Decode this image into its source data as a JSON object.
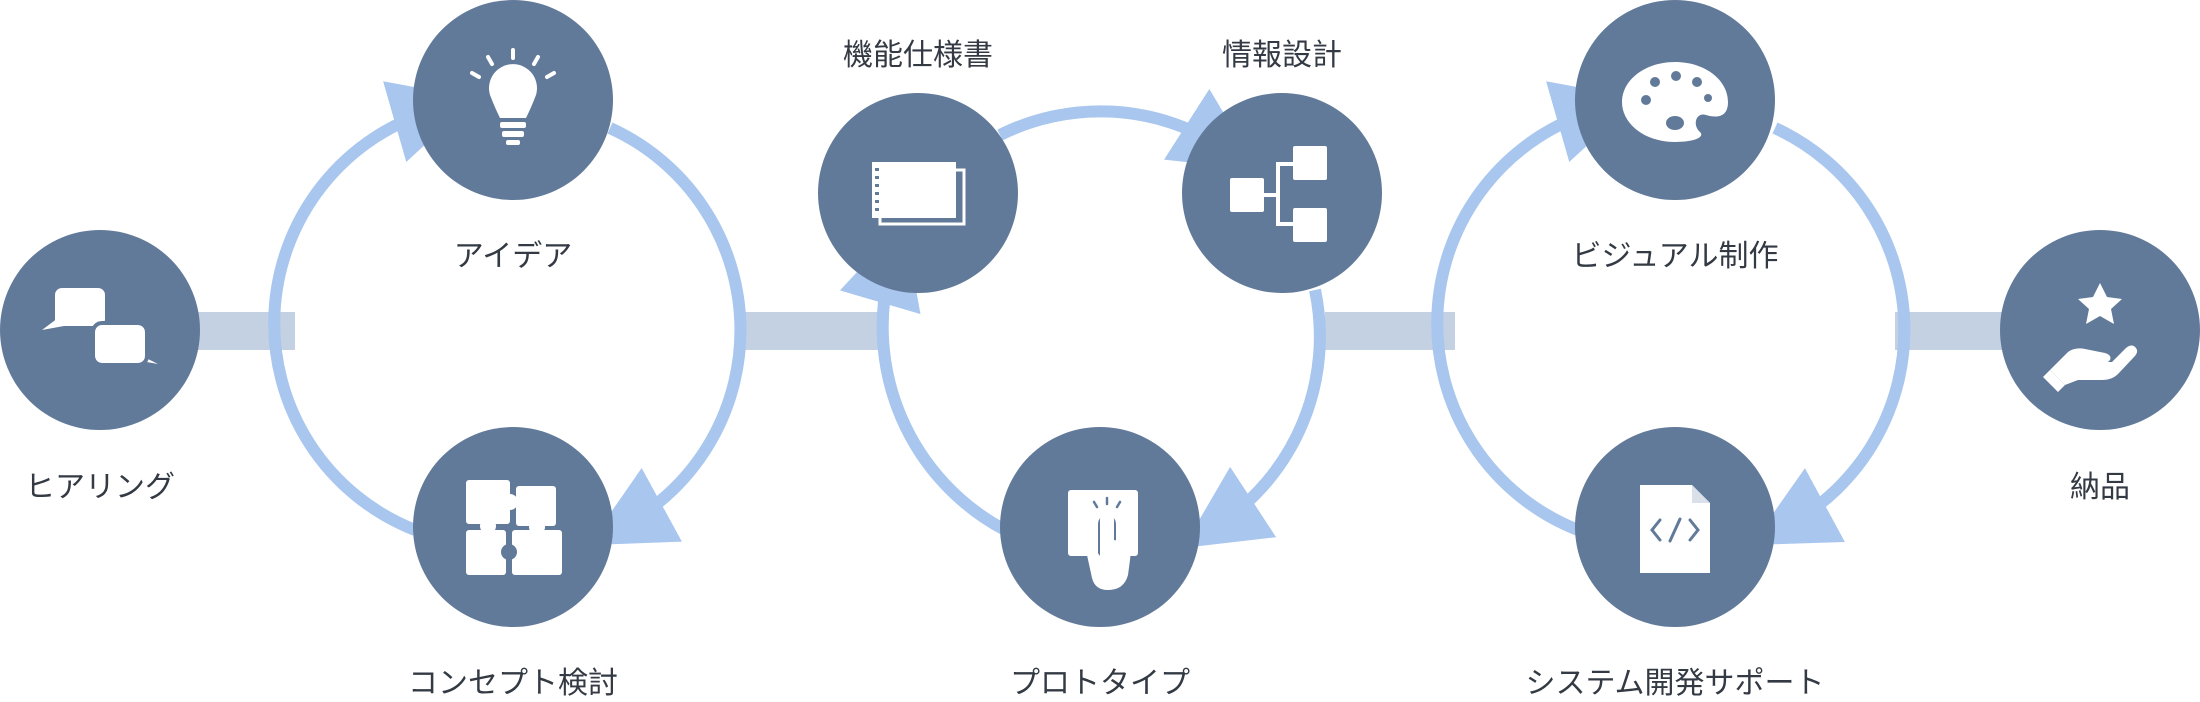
{
  "diagram": {
    "steps": [
      {
        "label": "ヒアリング",
        "icon": "chat-bubbles-icon"
      },
      {
        "label": "アイデア",
        "icon": "lightbulb-icon"
      },
      {
        "label": "コンセプト検討",
        "icon": "puzzle-icon"
      },
      {
        "label": "機能仕様書",
        "icon": "document-stack-icon"
      },
      {
        "label": "情報設計",
        "icon": "sitemap-icon"
      },
      {
        "label": "プロトタイプ",
        "icon": "touch-icon"
      },
      {
        "label": "ビジュアル制作",
        "icon": "palette-icon"
      },
      {
        "label": "システム開発サポート",
        "icon": "code-file-icon"
      },
      {
        "label": "納品",
        "icon": "hand-star-icon"
      }
    ],
    "colors": {
      "node": "#627a99",
      "loop_arrow": "#a8c6ee",
      "connector": "#c3d1e2",
      "icon": "#ffffff",
      "text": "#333a44"
    }
  }
}
